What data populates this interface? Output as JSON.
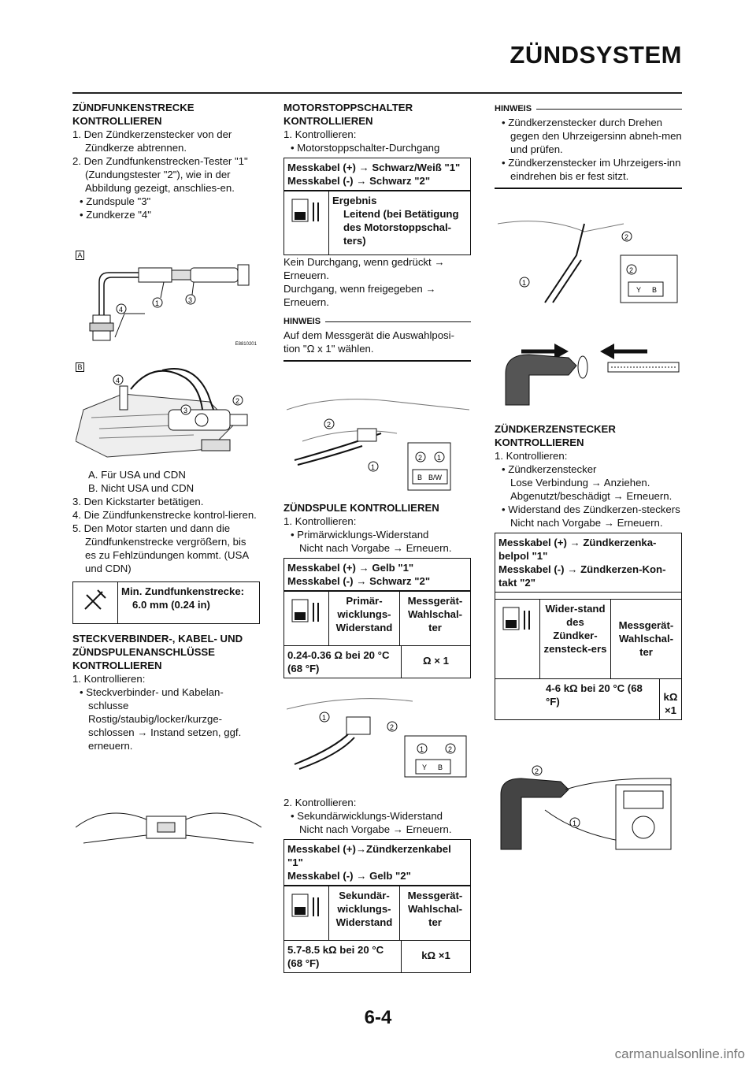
{
  "page_title": "ZÜNDSYSTEM",
  "page_number": "6-4",
  "watermark": "carmanualsonline.info",
  "col1": {
    "h1": "ZÜNDFUNKENSTRECKE KONTROLLIEREN",
    "s1": "1. Den Zündkerzenstecker von der Zündkerze abtrennen.",
    "s2": "2. Den Zundfunkenstrecken-Tester \"1\" (Zundungstester \"2\"), wie in der Abbildung gezeigt, anschlies-en.",
    "b1": "Zundspule \"3\"",
    "b2": "Zundkerze \"4\"",
    "figA_label": "A",
    "figA_code": "E8810201",
    "figB_label": "B",
    "capA": "A.  Für USA und CDN",
    "capB": "B.  Nicht USA und CDN",
    "s3": "3. Den Kickstarter betätigen.",
    "s4": "4. Die Zündfunkenstrecke kontrol-lieren.",
    "s5": "5. Den Motor starten und dann die Zündfunkenstrecke vergrößern, bis es zu Fehlzündungen kommt. (USA und CDN)",
    "spec_label": "Min. Zundfunkenstrecke:",
    "spec_value": "6.0 mm (0.24 in)",
    "h2": "STECKVERBINDER-, KABEL- UND ZÜNDSPULENANSCHLÜSSE KONTROLLIEREN",
    "s6": "1. Kontrollieren:",
    "b3": "Steckverbinder- und Kabelan-schlusse",
    "b3_detail": "Rostig/staubig/locker/kurzge-schlossen → Instand setzen, ggf. erneuern."
  },
  "col2": {
    "h1": "MOTORSTOPPSCHALTER KONTROLLIEREN",
    "s1": "1. Kontrollieren:",
    "b1": "Motorstoppschalter-Durchgang",
    "t1_head": "Messkabel (+) → Schwarz/Weiß \"1\"\nMesskabel (-) → Schwarz \"2\"",
    "t1_result_label": "Ergebnis",
    "t1_result_value": "Leitend (bei Betätigung des Motorstoppschal-ters)",
    "p1": "Kein Durchgang, wenn gedrückt → Erneuern.",
    "p2": "Durchgang, wenn freigegeben → Erneuern.",
    "hinweis": "HINWEIS",
    "hinweis_text": "Auf dem Messgerät die Auswahlposi-tion \"Ω x 1\" wählen.",
    "h2": "ZÜNDSPULE KONTROLLIEREN",
    "s2": "1. Kontrollieren:",
    "b2": "Primärwicklungs-Widerstand",
    "b2_detail": "Nicht nach Vorgabe → Erneuern.",
    "t2_head": "Messkabel (+) → Gelb \"1\"\nMesskabel (-) → Schwarz \"2\"",
    "t2_c1": "Primär-wicklungs-Widerstand",
    "t2_c2": "Messgerät-Wahlschal-ter",
    "t2_v1": "0.24-0.36 Ω bei 20 °C (68 °F)",
    "t2_v2": "Ω × 1",
    "s3": "2. Kontrollieren:",
    "b3": "Sekundärwicklungs-Widerstand",
    "b3_detail": "Nicht nach Vorgabe → Erneuern.",
    "t3_head": "Messkabel (+)→Zündkerzenkabel \"1\"\nMesskabel (-) → Gelb \"2\"",
    "t3_c1": "Sekundär-wicklungs-Widerstand",
    "t3_c2": "Messgerät-Wahlschal-ter",
    "t3_v1": "5.7-8.5 kΩ bei 20 °C (68 °F)",
    "t3_v2": "kΩ ×1",
    "fig1_b": "B",
    "fig1_bw": "B/W",
    "fig2_y": "Y",
    "fig2_b": "B"
  },
  "col3": {
    "hinweis": "HINWEIS",
    "b1": "Zündkerzenstecker durch Drehen gegen den Uhrzeigersinn abneh-men und prüfen.",
    "b2": "Zündkerzenstecker im Uhrzeigers-inn eindrehen bis er fest sitzt.",
    "fig1_y": "Y",
    "fig1_b": "B",
    "h1": "ZÜNDKERZENSTECKER KONTROLLIEREN",
    "s1": "1. Kontrollieren:",
    "b3": "Zündkerzenstecker",
    "b3_d1": "Lose Verbindung → Anziehen.",
    "b3_d2": "Abgenutzt/beschädigt → Erneuern.",
    "b4": "Widerstand des Zündkerzen-steckers",
    "b4_d": "Nicht nach Vorgabe → Erneuern.",
    "t_head": "Messkabel (+) → Zündkerzenka-belpol \"1\"\nMesskabel (-) → Zündkerzen-Kon-takt \"2\"",
    "t_c1": "Wider-stand des Zündker-zensteck-ers",
    "t_c2": "Messgerät-Wahlschal-ter",
    "t_v1": "4-6 kΩ bei 20 °C (68 °F)",
    "t_v2": "kΩ ×1"
  },
  "callouts": {
    "one": "1",
    "two": "2",
    "three": "3",
    "four": "4"
  }
}
